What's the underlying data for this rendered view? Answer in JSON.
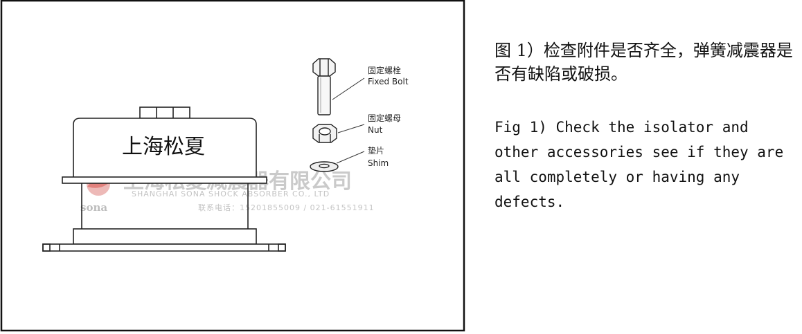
{
  "figure": {
    "isolator_label": "上海松夏",
    "parts": [
      {
        "id": "bolt",
        "cn": "固定螺栓",
        "en": "Fixed Bolt"
      },
      {
        "id": "nut",
        "cn": "固定螺母",
        "en": "Nut"
      },
      {
        "id": "shim",
        "cn": "垫片",
        "en": "Shim"
      }
    ],
    "watermark": {
      "company_cn": "上海松夏减震器有限公司",
      "company_en": "SHANGHAI SONA SHOCK ABSORBER CO., LTD",
      "contact": "联系电话：15201855009 / 021-61551911",
      "brand": "sona",
      "logo_color": "#d9534f"
    }
  },
  "caption": {
    "cn": "图 1）检查附件是否齐全，弹簧减震器是否有缺陷或破损。",
    "en": "Fig 1) Check the isolator and other accessories see if they are all completely or having any defects."
  }
}
